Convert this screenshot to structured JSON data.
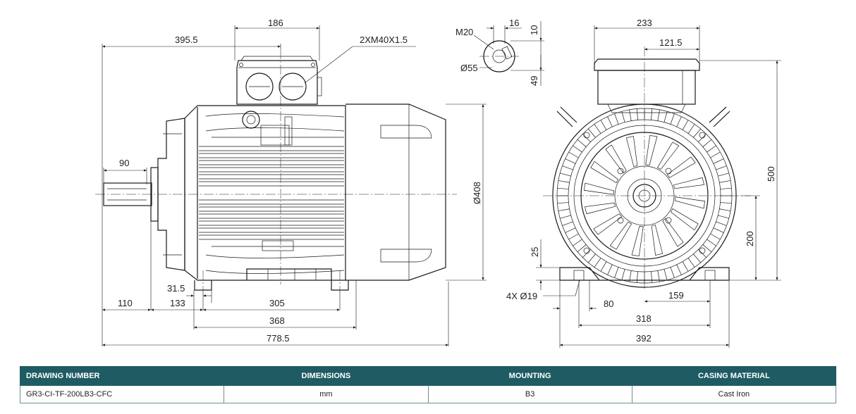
{
  "drawing": {
    "side_view": {
      "dim_overall_length": "778.5",
      "dim_feet_span": "368",
      "dim_foot_hole_spacing": "305",
      "dim_foot_to_shaft_shoulder": "133",
      "dim_foot_offset": "31.5",
      "dim_shaft_overhang": "110",
      "dim_key_length": "90",
      "dim_terminal_box_position": "395.5",
      "dim_terminal_box_width": "186",
      "cable_entries": "2XM40X1.5",
      "dim_frame_diameter": "Ø408"
    },
    "shaft_detail": {
      "thread": "M20",
      "key_width": "16",
      "key_depth": "10",
      "shaft_diameter": "Ø55",
      "shaft_height": "49"
    },
    "end_view": {
      "dim_box_width": "233",
      "dim_box_offset": "121.5",
      "dim_total_height": "500",
      "dim_shaft_height": "200",
      "dim_foot_thickness": "25",
      "foot_holes": "4X Ø19",
      "dim_foot_width": "80",
      "dim_half_hole_spacing": "159",
      "dim_hole_spacing": "318",
      "dim_base_width": "392"
    }
  },
  "table": {
    "headers": [
      "DRAWING NUMBER",
      "DIMENSIONS",
      "MOUNTING",
      "CASING MATERIAL"
    ],
    "row": [
      "GR3-CI-TF-200LB3-CFC",
      "mm",
      "B3",
      "Cast Iron"
    ]
  },
  "colors": {
    "header_bg": "#1f5b63",
    "header_text": "#ffffff",
    "line": "#1a1a1a"
  }
}
